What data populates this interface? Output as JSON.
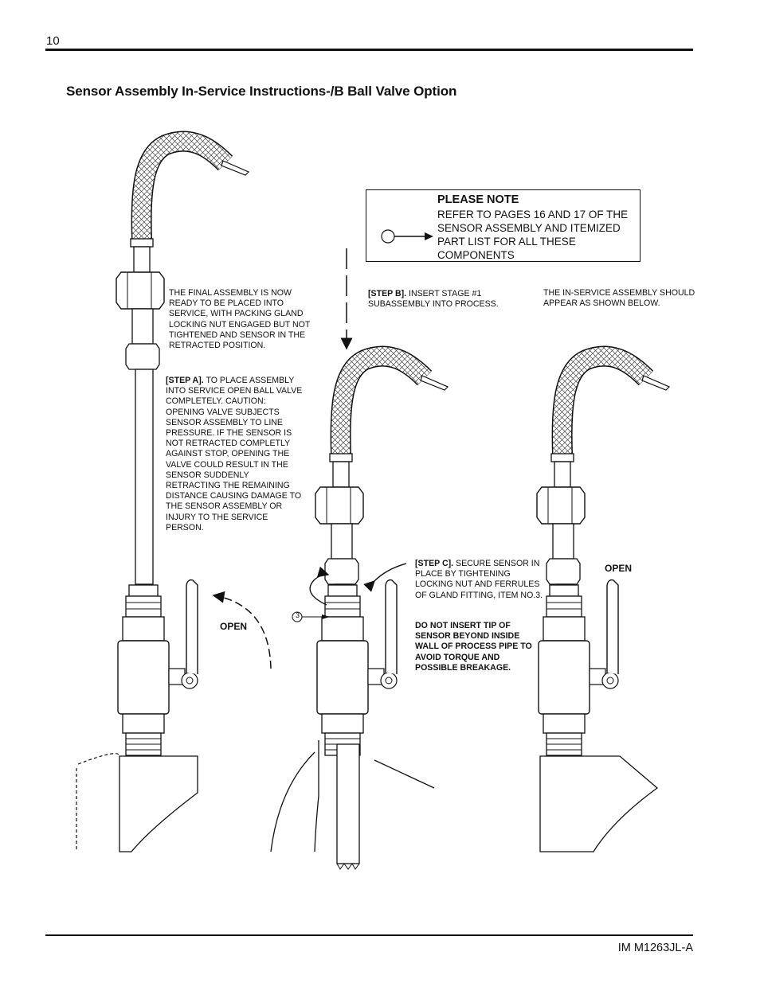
{
  "page_number": "10",
  "title": "Sensor Assembly In-Service Instructions-/B Ball Valve Option",
  "please_note": {
    "heading": "PLEASE NOTE",
    "body": "REFER TO PAGES 16 AND 17 OF THE SENSOR ASSEMBLY AND ITEMIZED PART LIST FOR ALL THESE COMPONENTS"
  },
  "final_assembly_text": "THE FINAL ASSEMBLY IS NOW READY TO BE PLACED INTO SERVICE, WITH PACKING GLAND LOCKING NUT ENGAGED BUT NOT TIGHTENED AND SENSOR IN THE RETRACTED POSITION.",
  "step_a": {
    "label": "[STEP A].",
    "text": " TO PLACE ASSEMBLY INTO SERVICE OPEN BALL VALVE COMPLETELY. CAUTION: OPENING VALVE SUBJECTS SENSOR ASSEMBLY TO LINE PRESSURE. IF THE SENSOR IS NOT RETRACTED COMPLETLY AGAINST STOP, OPENING THE VALVE COULD RESULT IN THE SENSOR SUDDENLY RETRACTING THE REMAINING DISTANCE CAUSING DAMAGE TO THE SENSOR ASSEMBLY OR INJURY TO THE SERVICE PERSON."
  },
  "step_b": {
    "label": "[STEP B].",
    "text": " INSERT STAGE #1 SUBASSEMBLY INTO PROCESS."
  },
  "in_service_text": "THE IN-SERVICE ASSEMBLY SHOULD APPEAR AS SHOWN BELOW.",
  "step_c": {
    "label": "[STEP C].",
    "text": " SECURE SENSOR IN PLACE BY TIGHTENING LOCKING NUT AND FERRULES OF GLAND FITTING, ITEM NO.3.",
    "warning": "DO NOT INSERT TIP OF SENSOR BEYOND INSIDE WALL OF PROCESS PIPE TO AVOID TORQUE AND POSSIBLE BREAKAGE."
  },
  "open_label_left": "OPEN",
  "open_label_right": "OPEN",
  "item_callout": "3",
  "footer_doc_id": "IM M1263JL-A"
}
